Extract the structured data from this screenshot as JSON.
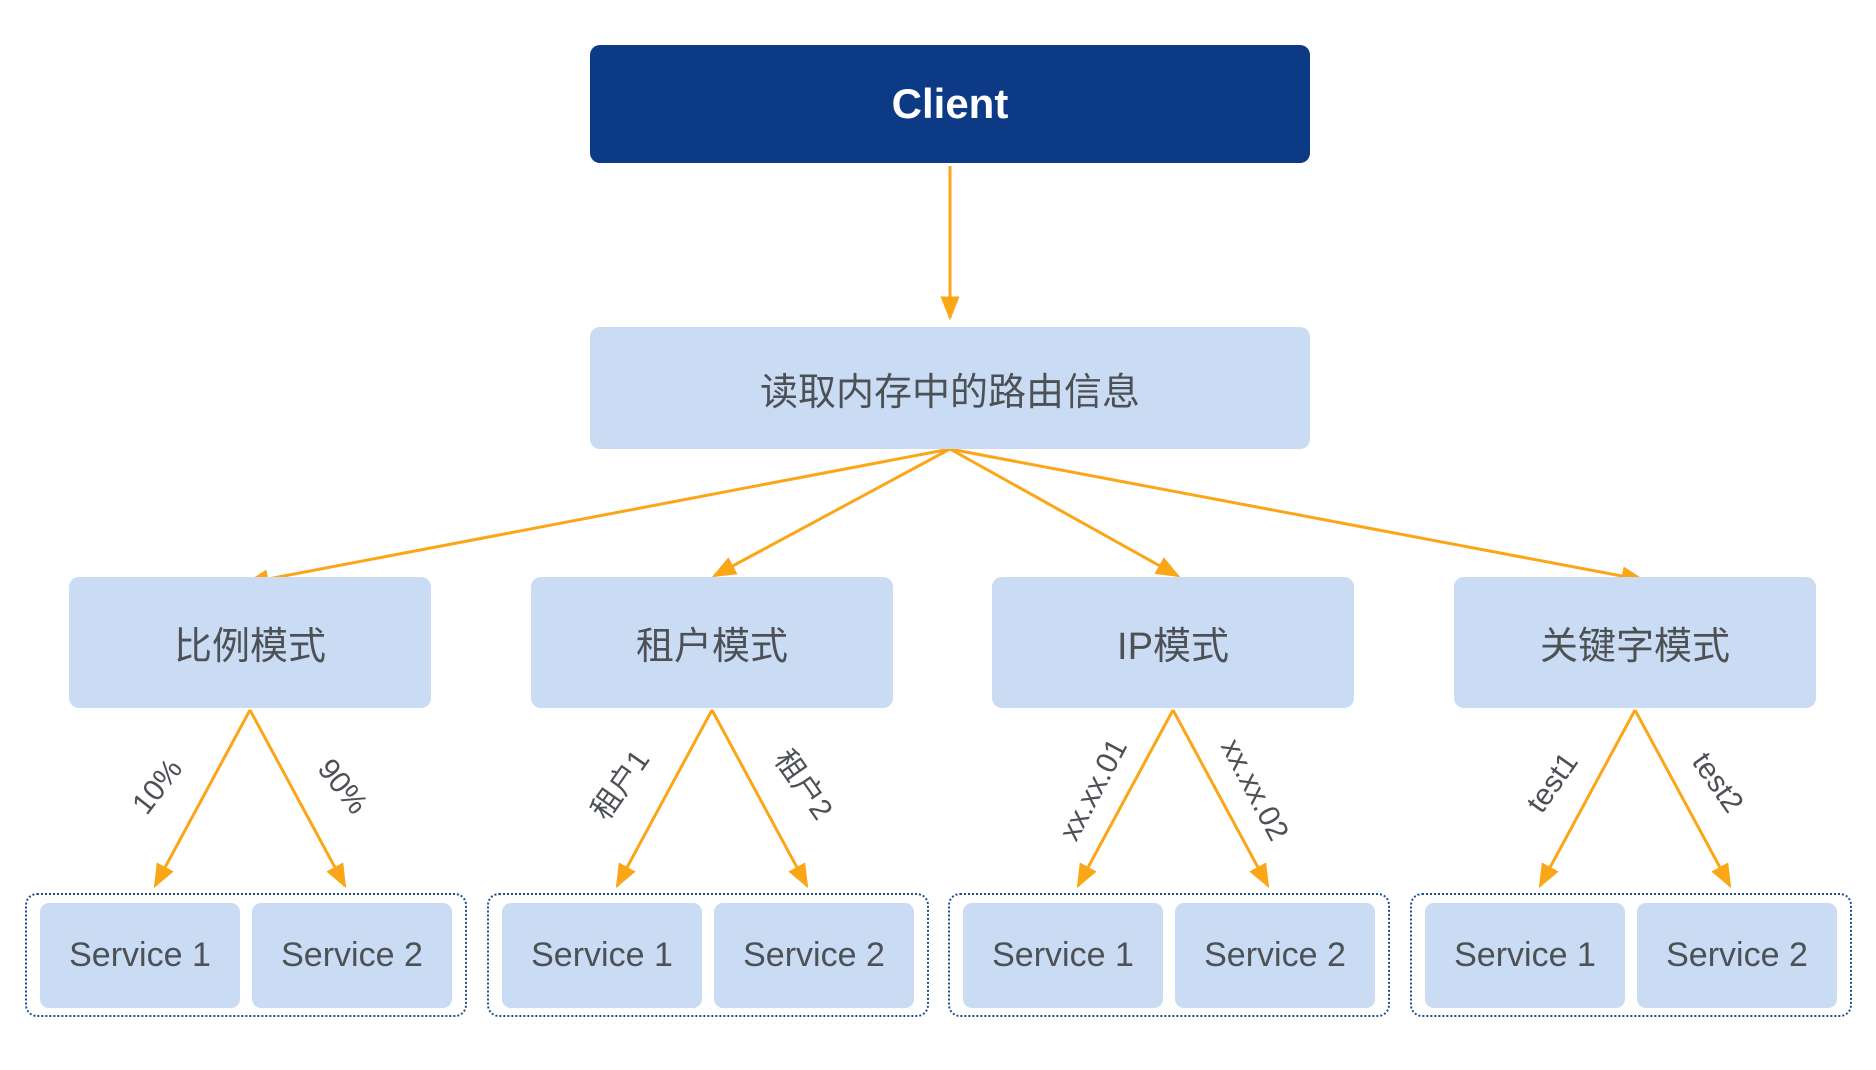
{
  "diagram": {
    "client": {
      "label": "Client"
    },
    "router": {
      "label": "读取内存中的路由信息"
    },
    "modes": [
      {
        "label": "比例模式",
        "edges": [
          "10%",
          "90%"
        ],
        "services": [
          "Service 1",
          "Service 2"
        ]
      },
      {
        "label": "租户模式",
        "edges": [
          "租户1",
          "租户2"
        ],
        "services": [
          "Service 1",
          "Service 2"
        ]
      },
      {
        "label": "IP模式",
        "edges": [
          "xx.xx.01",
          "xx.xx.02"
        ],
        "services": [
          "Service 1",
          "Service 2"
        ]
      },
      {
        "label": "关键字模式",
        "edges": [
          "test1",
          "test2"
        ],
        "services": [
          "Service 1",
          "Service 2"
        ]
      }
    ],
    "colors": {
      "client_bg": "#0d3a85",
      "client_text": "#ffffff",
      "node_bg": "#c9dcf3",
      "arrow": "#fba617",
      "text": "#4d5156",
      "group_border": "#20508e"
    }
  }
}
